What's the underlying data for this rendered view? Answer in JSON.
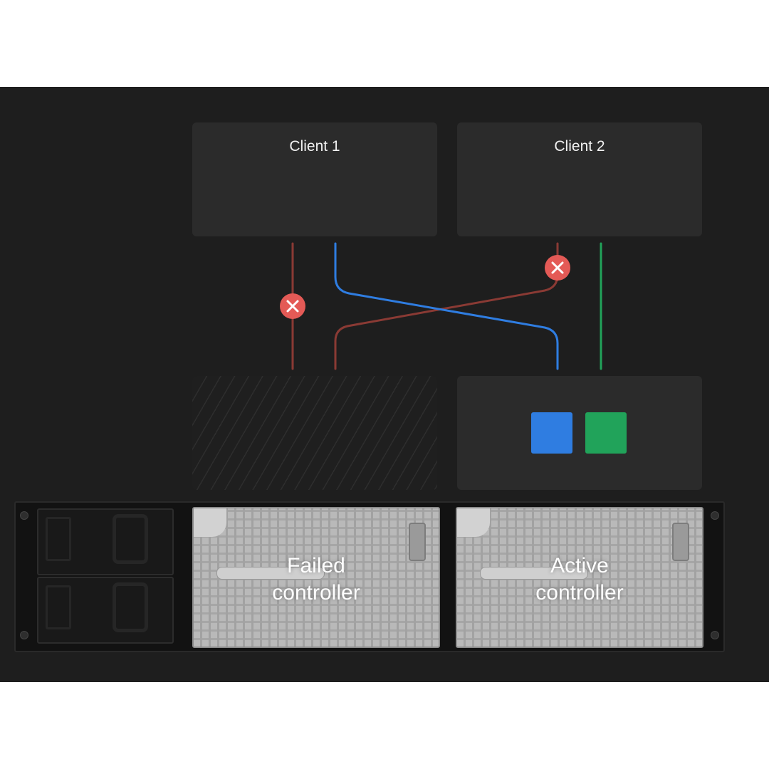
{
  "clients": [
    {
      "label": "Client 1"
    },
    {
      "label": "Client 2"
    }
  ],
  "controllers": [
    {
      "label": "Failed controller",
      "line1": "Failed",
      "line2": "controller",
      "state": "failed"
    },
    {
      "label": "Active controller",
      "line1": "Active",
      "line2": "controller",
      "state": "active"
    }
  ],
  "paths": [
    {
      "from": "Client 1",
      "to": "Failed controller",
      "status": "failed",
      "color": "#8a3a34"
    },
    {
      "from": "Client 1",
      "to": "Active controller",
      "status": "active",
      "color": "#2f7de1"
    },
    {
      "from": "Client 2",
      "to": "Failed controller",
      "status": "failed",
      "color": "#8a3a34"
    },
    {
      "from": "Client 2",
      "to": "Active controller",
      "status": "active",
      "color": "#21a35a"
    }
  ],
  "colors": {
    "background": "#1e1e1e",
    "panel": "#2b2b2b",
    "failed_path": "#8a3a34",
    "failure_marker": "#e45a56",
    "client1_active": "#2f7de1",
    "client2_active": "#21a35a"
  },
  "icons": {
    "failure_marker": "x-circle-icon"
  }
}
